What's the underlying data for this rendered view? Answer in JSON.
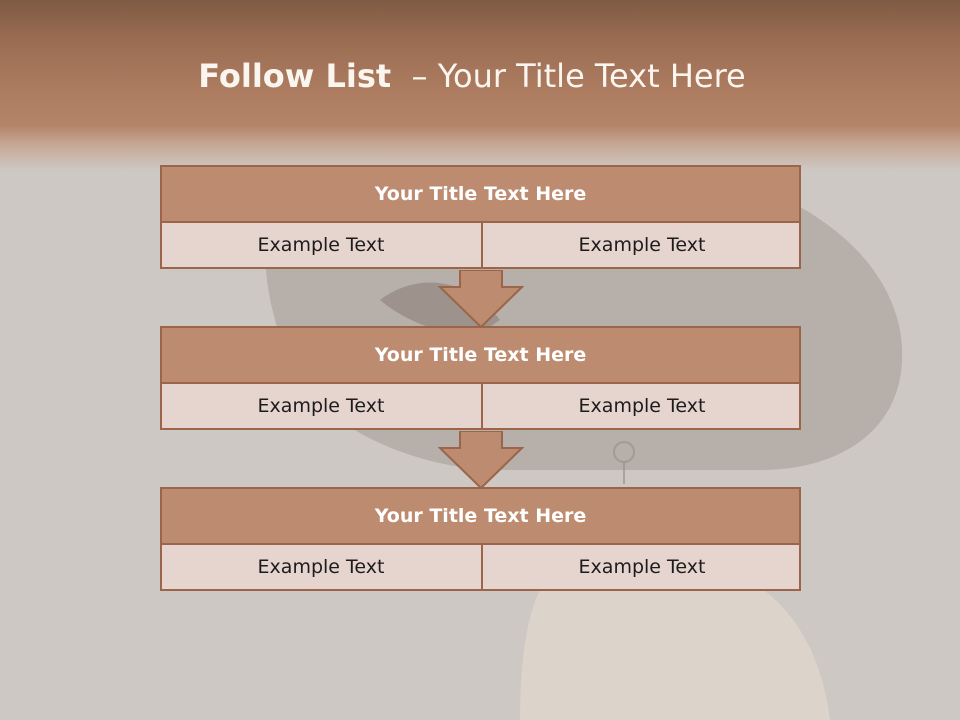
{
  "slide": {
    "title_bold": "Follow List",
    "title_rest": "  – Your Title Text Here"
  },
  "blocks": [
    {
      "title": "Your Title Text Here",
      "cells": [
        "Example Text",
        "Example Text"
      ]
    },
    {
      "title": "Your Title Text Here",
      "cells": [
        "Example Text",
        "Example Text"
      ]
    },
    {
      "title": "Your Title Text Here",
      "cells": [
        "Example Text",
        "Example Text"
      ]
    }
  ],
  "colors": {
    "header": "#ae7d62",
    "block_title_fill": "#bd8b6f",
    "block_border": "#9c6549",
    "cell_fill": "#e6d5cf",
    "arrow_fill": "#bd8b6f",
    "background": "#cdc8c3"
  }
}
